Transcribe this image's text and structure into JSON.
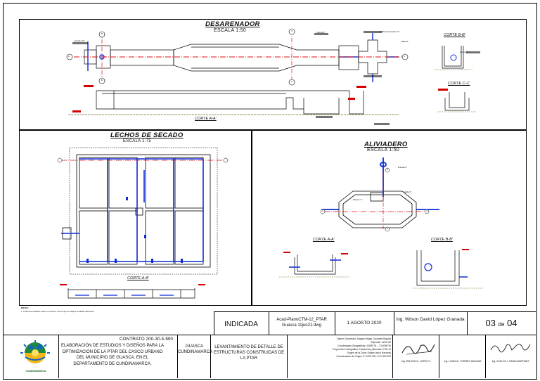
{
  "drawing": {
    "desarenador": {
      "title": "DESARENADOR",
      "scale": "ESCALA 1:50",
      "corte_bb": "CORTE B-B'",
      "corte_cc": "CORTE C-C'",
      "corte_aa": "CORTE A-A'",
      "section_marks": {
        "a": "A",
        "a2": "A'",
        "b": "B",
        "b2": "B'",
        "c": "C",
        "c2": "C'"
      },
      "notes": [
        "Entrada 10\"",
        "Salida 8\"",
        "Válvula 6\"",
        "Salida Desarenador 6\"",
        "Rebose 4\""
      ]
    },
    "lechos": {
      "title": "LECHOS DE SECADO",
      "scale": "ESCALA 1:75",
      "corte_aa": "CORTE A-A'"
    },
    "aliviadero": {
      "title": "ALIVIADERO",
      "scale": "ESCALA 1:50",
      "corte_aa": "CORTE A-A'",
      "corte_bb": "CORTE B-B'",
      "section_marks": {
        "a": "A",
        "a2": "A'",
        "b": "B",
        "b2": "B'"
      },
      "notes": [
        "Entrada 8\"",
        "Salida 6\"",
        "Rebose 4\""
      ]
    },
    "notas": {
      "label": "NOTAS:",
      "text": "1.  Todas las unidades están en metros a menos que se indique unidades diferentes."
    }
  },
  "title_block": {
    "escala": "INDICADA",
    "archivo": "Acad-PlanoCTM-12_PTAR Guasca 11jun21.dwg",
    "fecha": "1 AGOSTO 2020",
    "dibujo": "Ing. Wilson David López Granada",
    "hoja_num": "03",
    "hoja_de": "de",
    "hoja_total": "04",
    "logo_text": "CUNDINAMARCA",
    "contrato": "CONTRATO 200-30.4-590",
    "objeto": "ELABORACIÓN DE ESTUDIOS Y DISEÑOS PARA LA OPTIMIZACIÓN DE LA PTAR DEL CASCO URBANO DEL MUNICIPIO DE GUASCA, EN EL DEPARTAMENTO DE CUNDINAMARCA.",
    "municipio_line1": "GUASCA",
    "municipio_line2": "CUNDINAMARCA",
    "contenido": "LEVANTAMIENTO DE DETALLE DE ESTRUCTURAS CONSTRUIDAS DE LA PTAR",
    "datum": [
      "Datum Geodésico: Magna Sirgas Colombia Bogotá",
      "Elipsoide: WGS 84",
      "Coordenadas Geográficas: 4.808776 ; -73.8090°W",
      "Proyección Cartográfica: Transversa_Mercator CTM-12",
      "Origen de la Zona: Origen único Nacional",
      "Coordenadas de Origen: E 5.000.000 / N 2.000.000"
    ],
    "firma1": "Ing. WILSON D. LÓPEZ G.",
    "firma2": "Ing. LINDA M. TORRES SALINAS",
    "firma3": "Ing. CARLOS J. NAVAS MARTÍNEZ"
  },
  "colors": {
    "line": "#000000",
    "pipe": "#0a2bd6",
    "axis": "#e01010",
    "hatch": "#7a6b2a",
    "label_red": "#d40000"
  }
}
